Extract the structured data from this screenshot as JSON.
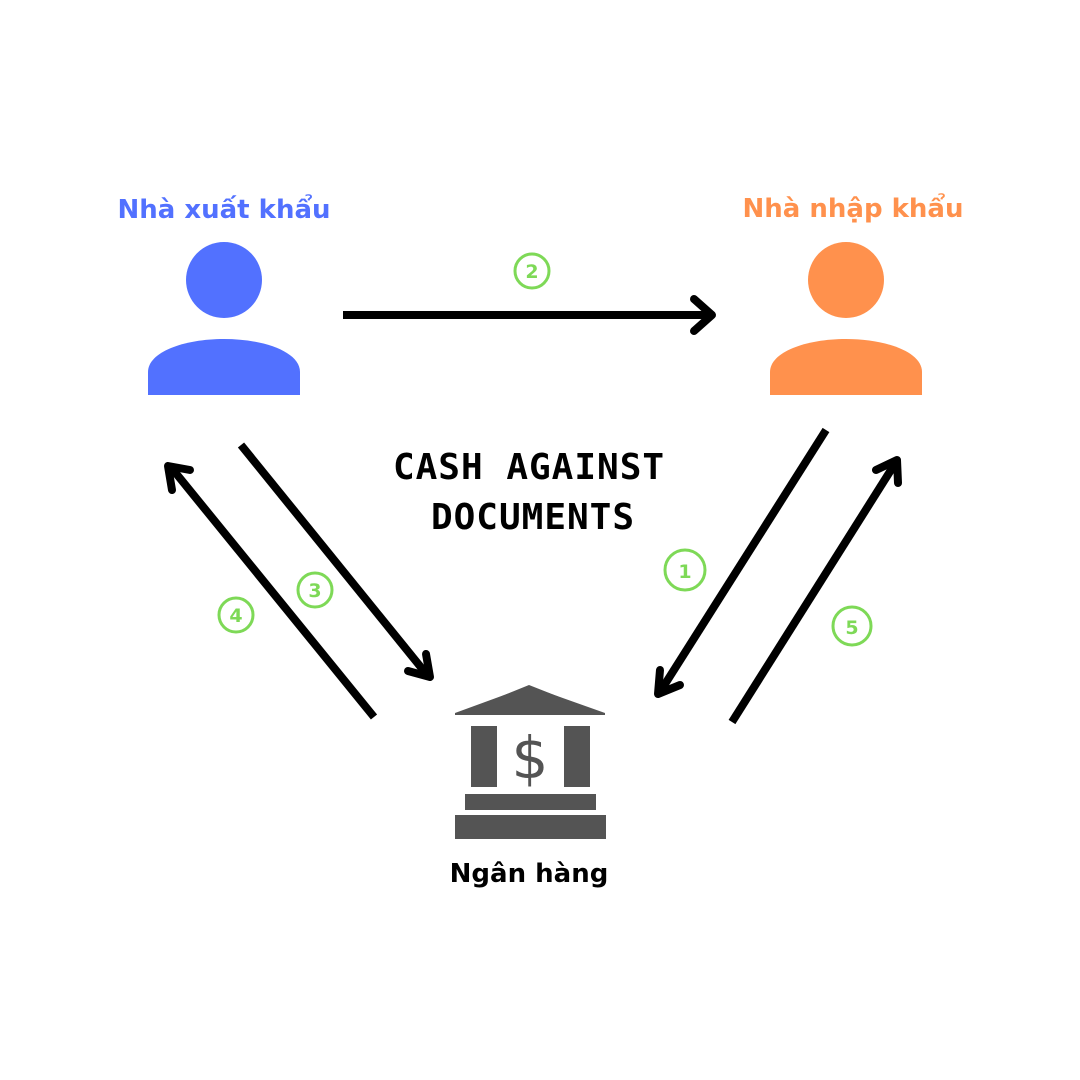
{
  "title": {
    "line1": "CASH AGAINST",
    "line2": "DOCUMENTS"
  },
  "exporter": {
    "label": "Nhà xuất khẩu",
    "color": "#5271ff",
    "icon": "person-icon"
  },
  "importer": {
    "label": "Nhà nhập khẩu",
    "color": "#ff914d",
    "icon": "person-icon"
  },
  "bank": {
    "label": "Ngân hàng",
    "color": "#545454",
    "icon": "bank-icon"
  },
  "steps": [
    {
      "number": "1",
      "from": "importer",
      "to": "bank"
    },
    {
      "number": "2",
      "from": "exporter",
      "to": "importer"
    },
    {
      "number": "3",
      "from": "exporter",
      "to": "bank"
    },
    {
      "number": "4",
      "from": "bank",
      "to": "exporter"
    },
    {
      "number": "5",
      "from": "bank",
      "to": "importer"
    }
  ],
  "colors": {
    "arrow": "#000000",
    "step_marker": "#7ed957",
    "title": "#000000"
  }
}
